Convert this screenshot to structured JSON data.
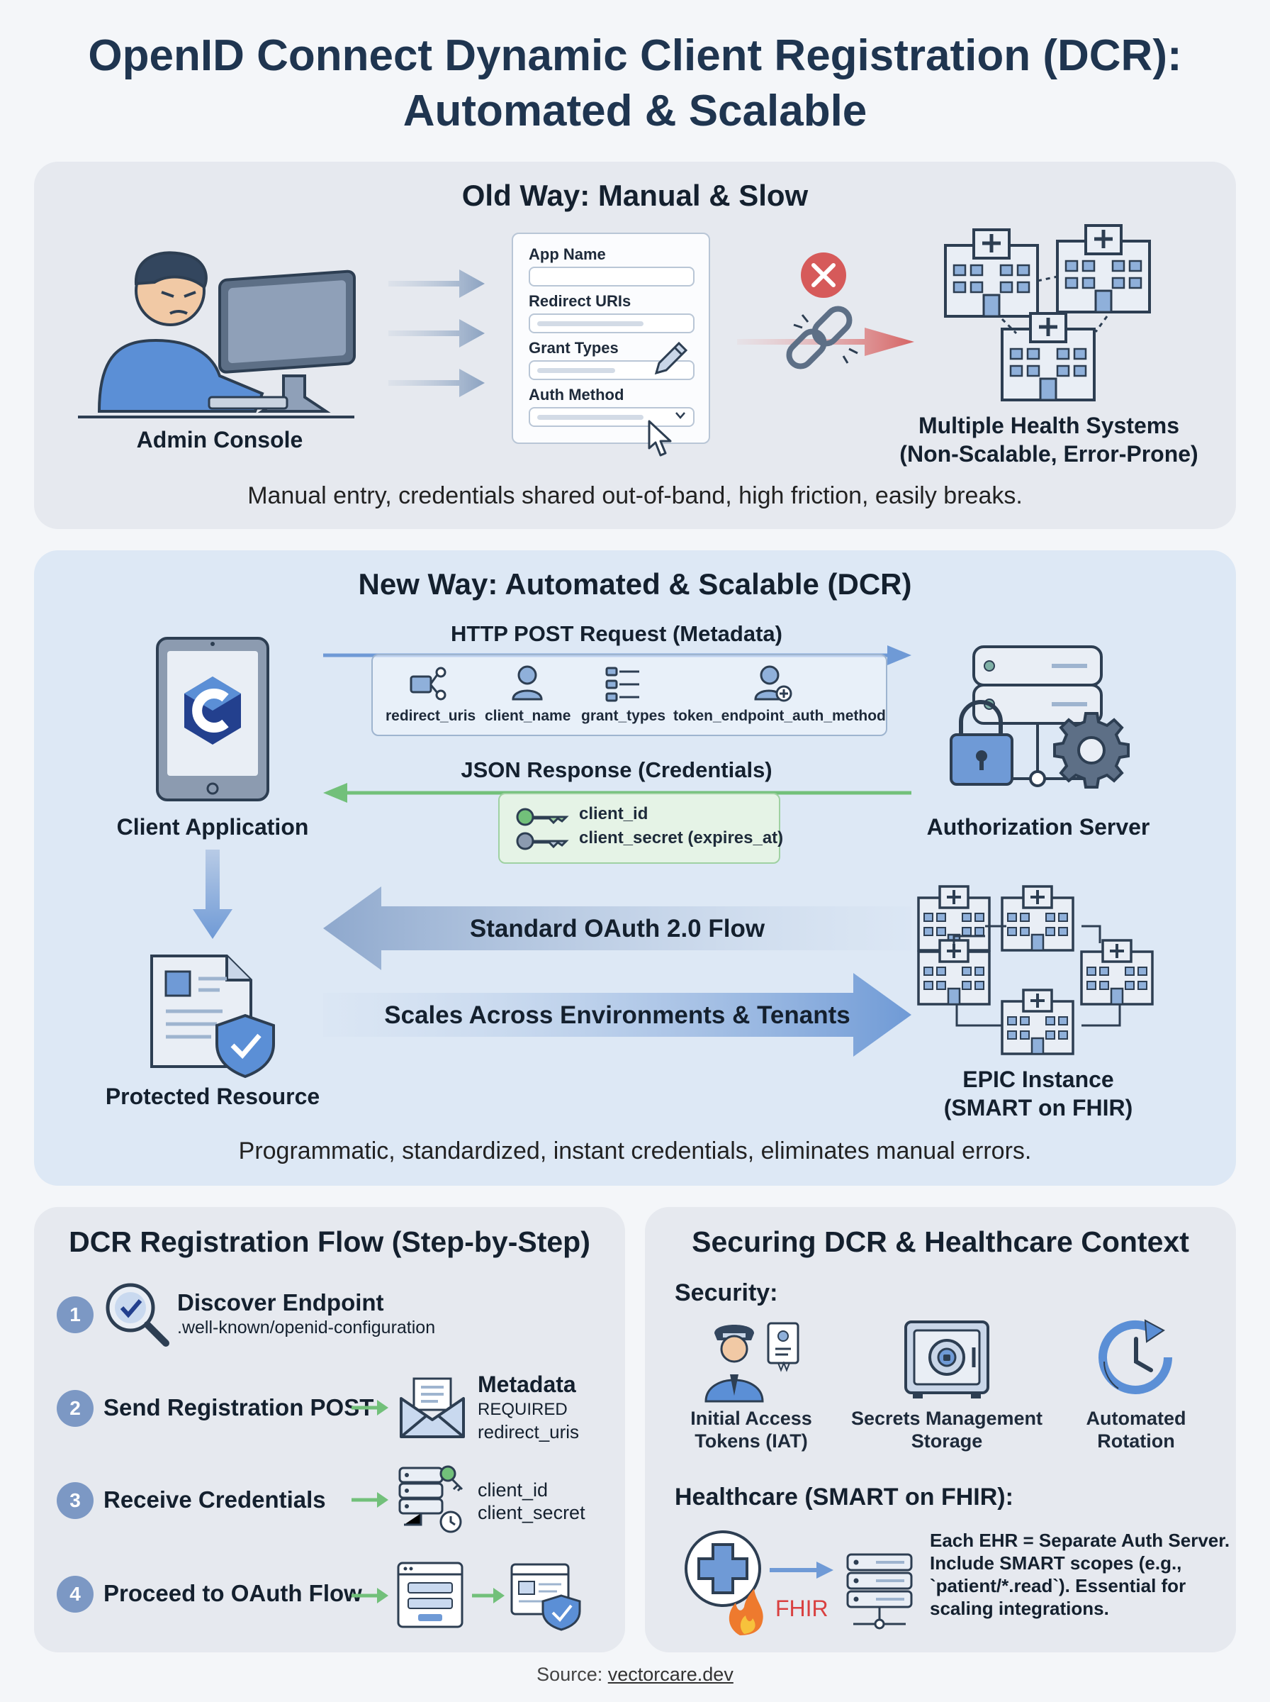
{
  "title": {
    "line1": "OpenID Connect Dynamic Client Registration (DCR):",
    "line2": "Automated & Scalable"
  },
  "old_way": {
    "title": "Old Way: Manual & Slow",
    "admin_label": "Admin Console",
    "form": {
      "app_name": "App Name",
      "redirect_uris": "Redirect URIs",
      "grant_types": "Grant Types",
      "auth_method": "Auth Method"
    },
    "systems_label_1": "Multiple Health Systems",
    "systems_label_2": "(Non-Scalable, Error-Prone)",
    "caption": "Manual entry, credentials shared out-of-band, high friction, easily breaks."
  },
  "new_way": {
    "title": "New Way: Automated & Scalable (DCR)",
    "request_label": "HTTP POST Request (Metadata)",
    "metadata_items": [
      "redirect_uris",
      "client_name",
      "grant_types",
      "token_endpoint_auth_method"
    ],
    "response_label": "JSON Response (Credentials)",
    "response_items": [
      "client_id",
      "client_secret (expires_at)"
    ],
    "client_label": "Client Application",
    "server_label": "Authorization Server",
    "oauth_flow_label": "Standard OAuth 2.0 Flow",
    "scales_label": "Scales Across Environments & Tenants",
    "resource_label": "Protected Resource",
    "epic_label_1": "EPIC Instance",
    "epic_label_2": "(SMART on FHIR)",
    "caption": "Programmatic, standardized, instant credentials, eliminates manual errors."
  },
  "flow": {
    "title": "DCR Registration Flow (Step-by-Step)",
    "steps": [
      {
        "num": "1",
        "label": "Discover Endpoint",
        "sub": ".well-known/openid-configuration"
      },
      {
        "num": "2",
        "label": "Send Registration POST",
        "note1": "Metadata",
        "note2": "REQUIRED",
        "note3": "redirect_uris"
      },
      {
        "num": "3",
        "label": "Receive Credentials",
        "note1": "client_id",
        "note2": "client_secret"
      },
      {
        "num": "4",
        "label": "Proceed to OAuth Flow"
      }
    ]
  },
  "security": {
    "title": "Securing DCR & Healthcare Context",
    "security_heading": "Security:",
    "items": [
      {
        "l1": "Initial Access",
        "l2": "Tokens (IAT)"
      },
      {
        "l1": "Secrets Management",
        "l2": "Storage"
      },
      {
        "l1": "Automated",
        "l2": "Rotation"
      }
    ],
    "healthcare_heading": "Healthcare (SMART on FHIR):",
    "fhir_label": "FHIR",
    "note_lines": [
      "Each EHR = Separate Auth Server.",
      "Include SMART scopes (e.g.,",
      "`patient/*.read`). Essential for",
      "scaling integrations."
    ]
  },
  "source": {
    "prefix": "Source: ",
    "link": "vectorcare.dev"
  },
  "colors": {
    "blue_arrow": "#6f9ad6",
    "green_arrow": "#72c07a",
    "navy": "#1f3550",
    "red_x": "#d65a5a"
  }
}
